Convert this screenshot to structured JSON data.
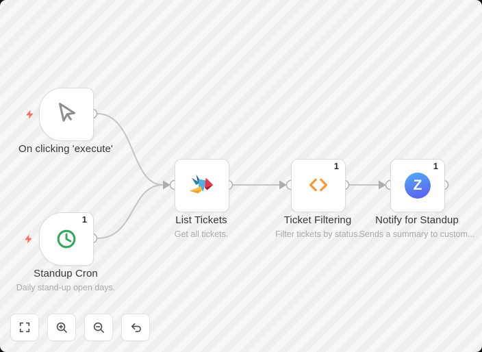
{
  "workflow": {
    "nodes": [
      {
        "title": "On clicking 'execute'",
        "subtitle": "",
        "badge": "",
        "icon": "mouse-pointer-icon"
      },
      {
        "title": "Standup Cron",
        "subtitle": "Daily stand-up open days.",
        "badge": "1",
        "icon": "clock-icon"
      },
      {
        "title": "List Tickets",
        "subtitle": "Get all tickets.",
        "badge": "",
        "icon": "freshdesk-bird-icon"
      },
      {
        "title": "Ticket Filtering",
        "subtitle": "Filter tickets by status.",
        "badge": "1",
        "icon": "code-brackets-icon"
      },
      {
        "title": "Notify for Standup",
        "subtitle": "Sends a summary to custom...",
        "badge": "1",
        "icon": "zulip-icon"
      }
    ],
    "zulip_letter": "Z"
  },
  "toolbar": {
    "buttons": [
      {
        "icon": "fit-view-icon"
      },
      {
        "icon": "zoom-in-icon"
      },
      {
        "icon": "zoom-out-icon"
      },
      {
        "icon": "undo-icon"
      }
    ]
  },
  "colors": {
    "canvas_stripe_light": "#f7f7f8",
    "canvas_stripe_dark": "#efeff0",
    "node_background": "#ffffff",
    "node_border": "#dcdcdf",
    "edge": "#c4c4c6",
    "trigger_bolt": "#ff6d5a",
    "clock_green": "#34a75f",
    "code_orange": "#f79a33",
    "zulip_blue_top": "#4fa9f5",
    "zulip_blue_bottom": "#5d5df0",
    "title_text": "#35353b",
    "subtitle_text": "#a9a9ae"
  }
}
